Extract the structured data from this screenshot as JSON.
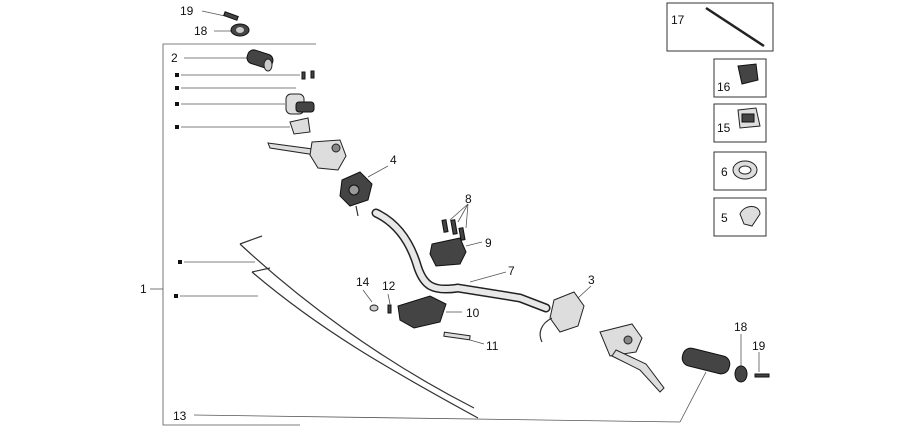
{
  "callouts": {
    "c1": "1",
    "c2": "2",
    "c3": "3",
    "c4": "4",
    "c5": "5",
    "c6": "6",
    "c7": "7",
    "c8": "8",
    "c9": "9",
    "c10": "10",
    "c11": "11",
    "c12": "12",
    "c13": "13",
    "c14": "14",
    "c15": "15",
    "c16": "16",
    "c17": "17",
    "c18a": "18",
    "c18b": "18",
    "c19a": "19",
    "c19b": "19"
  }
}
